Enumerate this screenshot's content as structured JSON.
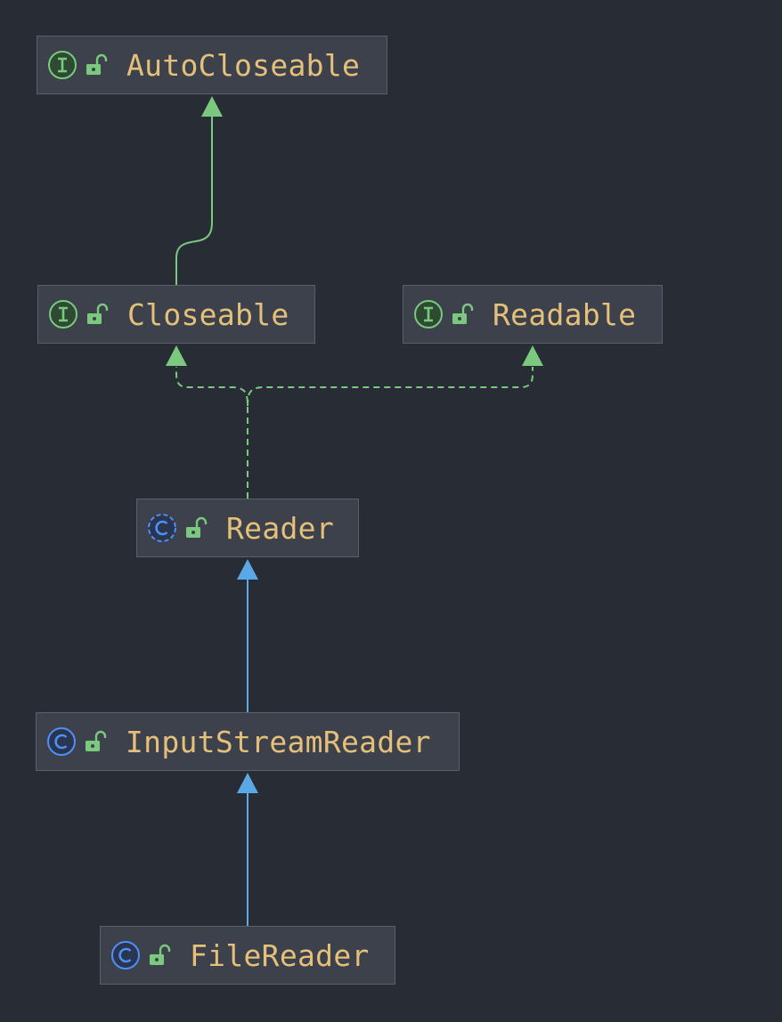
{
  "colors": {
    "background": "#282c34",
    "node_fill": "#3c414b",
    "node_border": "#5a606b",
    "label": "#e5c07b",
    "interface_icon": "#7ac97f",
    "class_icon": "#4f8ff7",
    "lock_icon": "#7ac97f",
    "extends_interface_edge": "#7ac97f",
    "implements_edge": "#7ac97f",
    "extends_class_edge": "#5aa8e6"
  },
  "nodes": [
    {
      "id": "autocloseable",
      "label": "AutoCloseable",
      "kind": "interface",
      "kind_icon": "interface-icon",
      "visibility_icon": "unlocked-icon"
    },
    {
      "id": "closeable",
      "label": "Closeable",
      "kind": "interface",
      "kind_icon": "interface-icon",
      "visibility_icon": "unlocked-icon"
    },
    {
      "id": "readable",
      "label": "Readable",
      "kind": "interface",
      "kind_icon": "interface-icon",
      "visibility_icon": "unlocked-icon"
    },
    {
      "id": "reader",
      "label": "Reader",
      "kind": "abstract-class",
      "kind_icon": "abstract-class-icon",
      "visibility_icon": "unlocked-icon"
    },
    {
      "id": "inputstreamreader",
      "label": "InputStreamReader",
      "kind": "class",
      "kind_icon": "class-icon",
      "visibility_icon": "unlocked-icon"
    },
    {
      "id": "filereader",
      "label": "FileReader",
      "kind": "class",
      "kind_icon": "class-icon",
      "visibility_icon": "unlocked-icon"
    }
  ],
  "edges": [
    {
      "from": "closeable",
      "to": "autocloseable",
      "type": "extends",
      "style": "solid"
    },
    {
      "from": "reader",
      "to": "closeable",
      "type": "implements",
      "style": "dashed"
    },
    {
      "from": "reader",
      "to": "readable",
      "type": "implements",
      "style": "dashed"
    },
    {
      "from": "inputstreamreader",
      "to": "reader",
      "type": "extends",
      "style": "solid"
    },
    {
      "from": "filereader",
      "to": "inputstreamreader",
      "type": "extends",
      "style": "solid"
    }
  ]
}
